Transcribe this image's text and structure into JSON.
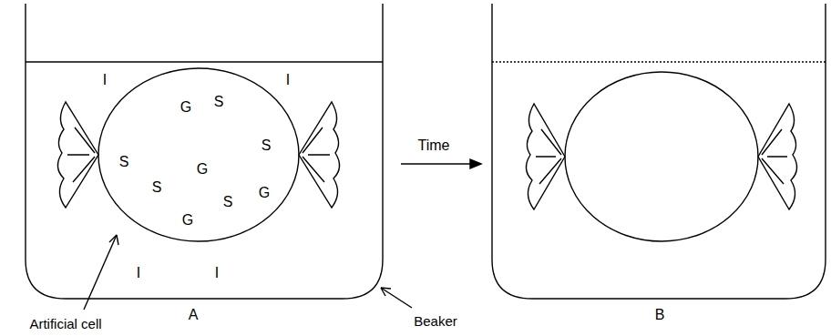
{
  "diagram": {
    "labels": [
      "I",
      "I",
      "G",
      "S",
      "S",
      "G",
      "S",
      "S",
      "G",
      "S",
      "G",
      "I",
      "I",
      "A",
      "Artificial cell",
      "Beaker",
      "Time",
      "B"
    ]
  }
}
